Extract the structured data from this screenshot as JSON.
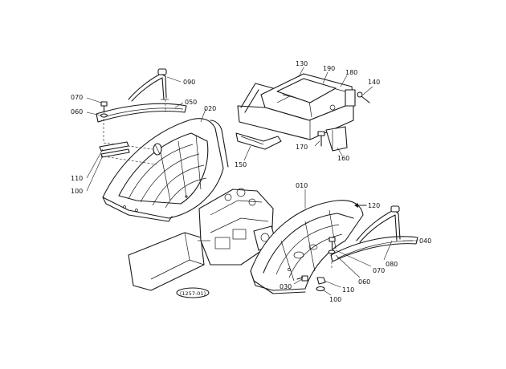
{
  "diagram": {
    "reference_code": "(1257-01)",
    "labels": {
      "p070a": "070",
      "p060a": "060",
      "p090": "090",
      "p050": "050",
      "p020": "020",
      "p110a": "110",
      "p100a": "100",
      "p130": "130",
      "p190": "190",
      "p180": "180",
      "p140": "140",
      "p170": "170",
      "p160": "160",
      "p150": "150",
      "p010": "010",
      "p120": "120",
      "p040": "040",
      "p080": "080",
      "p070b": "070",
      "p060b": "060",
      "p110b": "110",
      "p100b": "100",
      "p030": "030"
    }
  }
}
